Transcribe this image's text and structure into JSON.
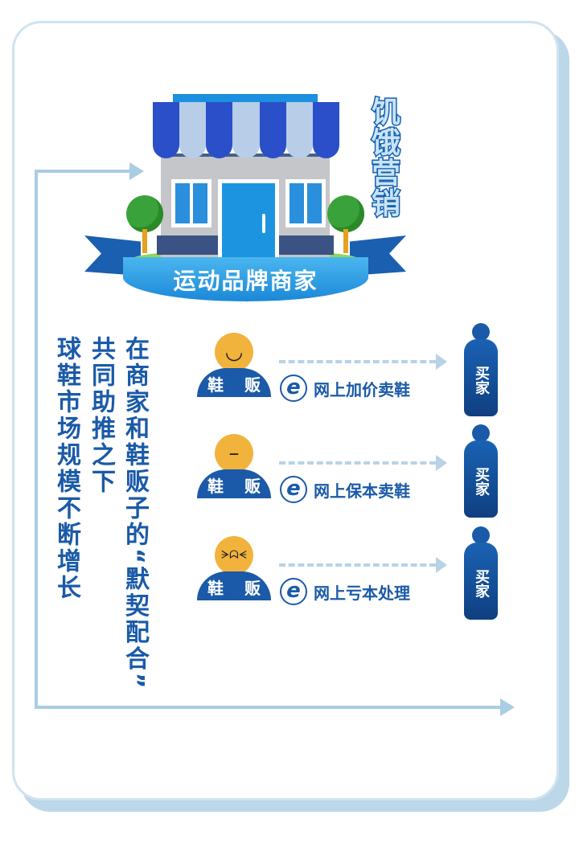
{
  "shop": {
    "label": "运动品牌商家",
    "tagline": "饥饿营销",
    "awning_colors": [
      "#2a4fc8",
      "#b7cde8",
      "#2a4fc8",
      "#b7cde8",
      "#2a4fc8",
      "#b7cde8",
      "#2a4fc8"
    ]
  },
  "left_text": {
    "col1": "在商家和鞋贩子的“默契配合”",
    "col2": "共同助推之下",
    "col3": "球鞋市场规模不断增长"
  },
  "rows": [
    {
      "face": "smile-face",
      "face_glyph": "◡",
      "seller_left": "鞋",
      "seller_right": "贩",
      "ie_glyph": "e",
      "channel": "网上加价卖鞋",
      "buyer": "买家"
    },
    {
      "face": "neutral-face",
      "face_glyph": "–",
      "seller_left": "鞋",
      "seller_right": "贩",
      "ie_glyph": "e",
      "channel": "网上保本卖鞋",
      "buyer": "买家"
    },
    {
      "face": "crying-face",
      "face_glyph": "ᗒᗣᗕ",
      "seller_left": "鞋",
      "seller_right": "贩",
      "ie_glyph": "e",
      "channel": "网上亏本处理",
      "buyer": "买家"
    }
  ],
  "colors": {
    "primary_blue": "#1a5aa8",
    "arrow_light_blue": "#a9cde3",
    "face_yellow": "#f1b33c",
    "card_border": "#cfe3ef"
  }
}
